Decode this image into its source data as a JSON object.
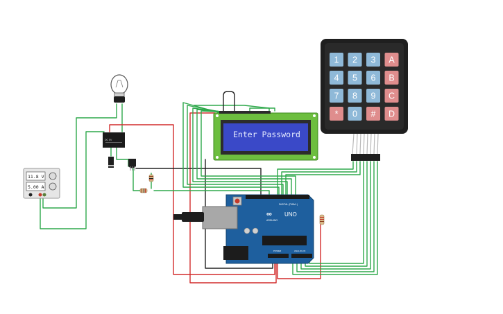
{
  "lcd": {
    "text": "Enter Password"
  },
  "keypad": {
    "rows": [
      [
        "1",
        "2",
        "3",
        "A"
      ],
      [
        "4",
        "5",
        "6",
        "B"
      ],
      [
        "7",
        "8",
        "9",
        "C"
      ],
      [
        "*",
        "0",
        "#",
        "D"
      ]
    ]
  },
  "power_supply": {
    "voltage": "11.8 V",
    "current": "5.00 A"
  },
  "relay": {
    "label": "DC 5V"
  },
  "arduino": {
    "logo": "UNO",
    "brand": "ARDUINO",
    "digital_label": "DIGITAL (PWM~)",
    "power_label": "POWER",
    "analog_label": "ANALOG IN"
  },
  "colors": {
    "wire_green": "#2ea84b",
    "wire_red": "#d22b2b",
    "wire_black": "#222222",
    "arduino_blue": "#1e5f9e",
    "lcd_backlight": "#3a49c8",
    "key_blue": "#8fb9d8",
    "key_red": "#df8d8d",
    "keypad_body": "#1f1f1f"
  }
}
